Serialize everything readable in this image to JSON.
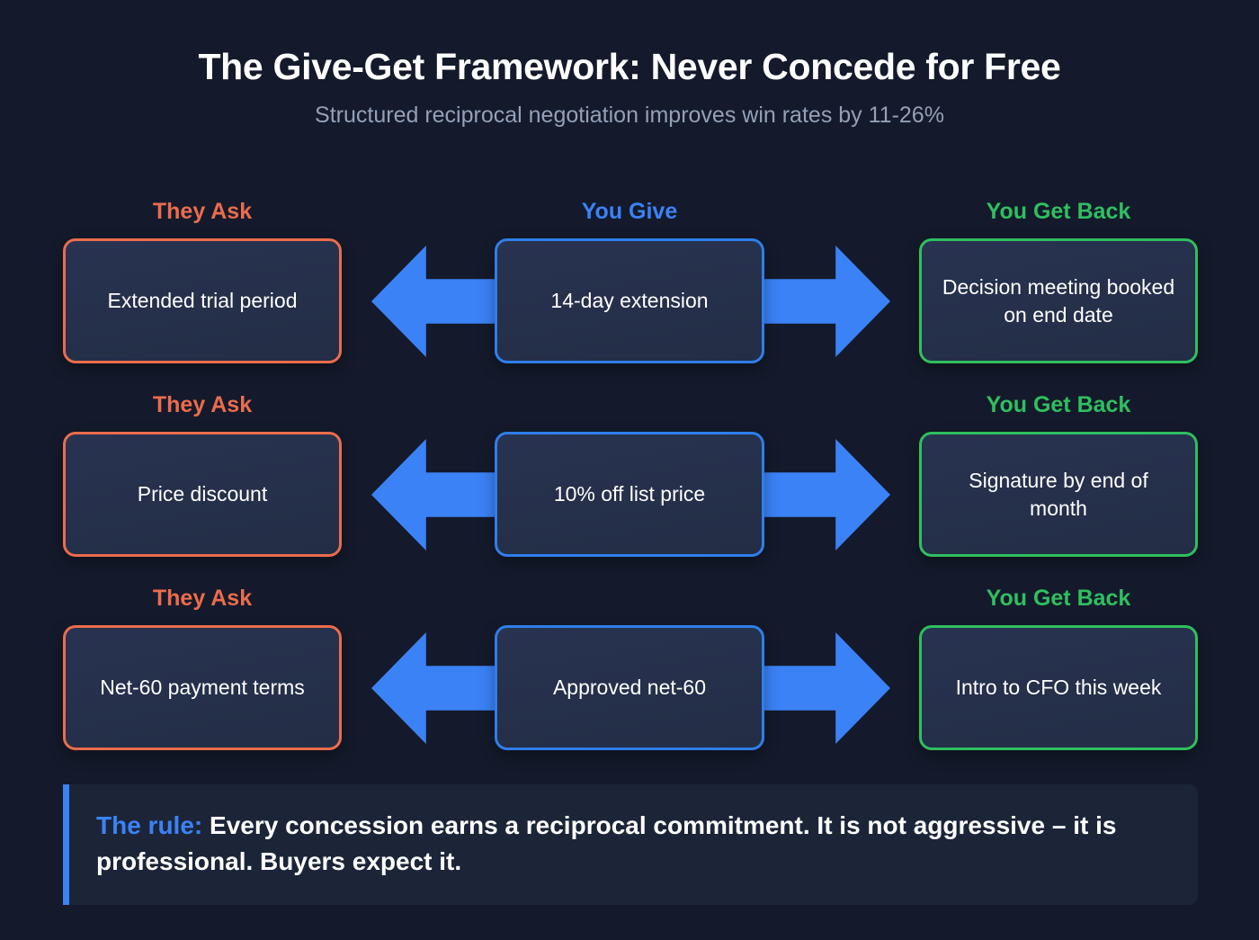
{
  "header": {
    "title": "The Give-Get Framework: Never Concede for Free",
    "subtitle": "Structured reciprocal negotiation improves win rates by 11-26%"
  },
  "columns": {
    "ask_label": "They Ask",
    "give_label": "You Give",
    "get_label": "You Get Back"
  },
  "colors": {
    "background": "#141a2b",
    "card_fill": "#253049",
    "ask_accent": "#eb6c4d",
    "give_accent": "#3b82f6",
    "get_accent": "#2fbf5f",
    "arrow": "#3b82f6",
    "title_text": "#ffffff",
    "subtitle_text": "#94a0b8"
  },
  "rows": [
    {
      "show_give_header": true,
      "ask": "Extended trial period",
      "give": "14-day extension",
      "get": "Decision meeting booked on end date"
    },
    {
      "show_give_header": false,
      "ask": "Price discount",
      "give": "10% off list price",
      "get": "Signature by end of month"
    },
    {
      "show_give_header": false,
      "ask": "Net-60 payment terms",
      "give": "Approved net-60",
      "get": "Intro to CFO this week"
    }
  ],
  "rule": {
    "label": "The rule:",
    "body": "Every concession earns a reciprocal commitment. It is not aggressive – it is professional. Buyers expect it."
  }
}
